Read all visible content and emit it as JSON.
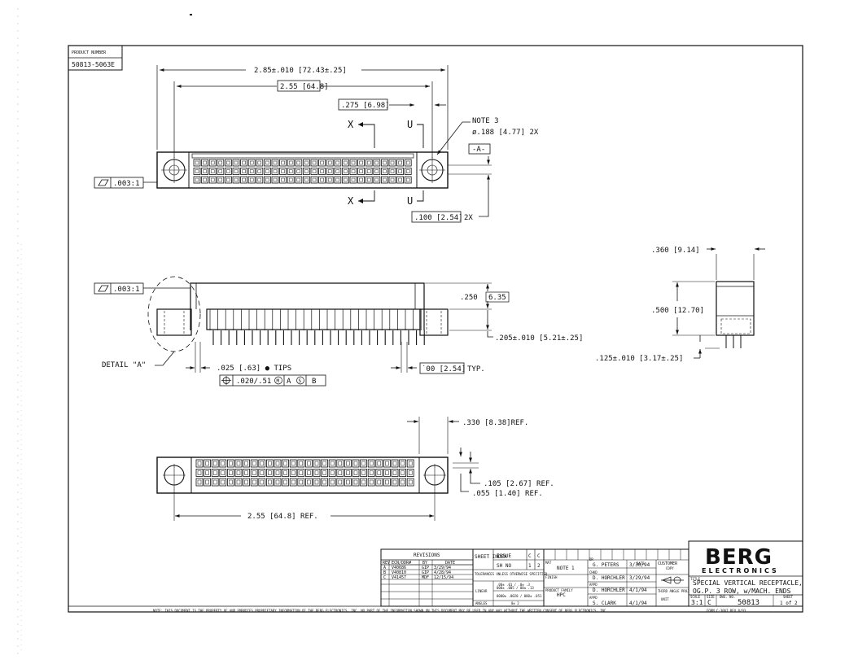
{
  "product_box": {
    "label": "PRODUCT NUMBER",
    "number": "50813-5063E"
  },
  "top_view": {
    "dim_overall": "2.85±.010 [72.43±.25]",
    "dim_pitch_span": "2.55 [64.8]",
    "dim_275": ".275 [6.98]",
    "note": "NOTE 3",
    "hole": "ø.188 [4.77] 2X",
    "datum_a": "-A-",
    "flatness": ".003:1",
    "dim_100": ".100 [2.54]",
    "dim_100_qty": "2X",
    "section_x": "X",
    "section_u": "U"
  },
  "front_view": {
    "flatness": ".003:1",
    "dim_250": ".250",
    "dim_250_mm": "6.35",
    "dim_205": ".205±.010 [5.21±.25]",
    "detail": "DETAIL \"A\"",
    "tips": ".025 [.63] ● TIPS",
    "position_tol": ".020/.51",
    "datums": [
      "M",
      "A",
      "S",
      "B"
    ],
    "pitch": "˙00 [2.54]",
    "pitch_suffix": "TYP."
  },
  "side_view": {
    "dim_360": ".360 [9.14]",
    "dim_500": ".500 [12.70]",
    "dim_125": ".125±.010 [3.17±.25]"
  },
  "bottom_view": {
    "dim_330": ".330 [8.38]REF.",
    "dim_105": ".105 [2.67] REF.",
    "dim_055": ".055 [1.40] REF.",
    "dim_255": "2.55 [64.8] REF."
  },
  "title_block": {
    "revisions_title": "REVISIONS",
    "rev_headers": [
      "REV",
      "ECN/DDR#",
      "BY",
      "DATE"
    ],
    "revisions": [
      [
        "A",
        "V40686",
        "GIP",
        "3/29/94"
      ],
      [
        "B",
        "V40810",
        "GIP",
        "4/28/94"
      ],
      [
        "C",
        "V41457",
        "MDF",
        "12/15/94"
      ]
    ],
    "sheet_index": "SHEET INDEX",
    "issue": "ISSUE",
    "issue_vals": [
      "C",
      "C"
    ],
    "sh_no": "SH NO",
    "sh_vals": [
      "1",
      "2"
    ],
    "tolerances": "TOLERANCES UNLESS OTHERWISE SPECIFIED",
    "tol_angle": ".00± .01 / .0± .3",
    "linear": "LINEAR",
    "tol_lin1": "000± .005 / 00± .13",
    "tol_lin2": "0000± .0020 / 000± .051",
    "angles": "ANGLES",
    "tol_ang": "0± 2",
    "mat_label": "MAT",
    "note1": "NOTE 1",
    "finish_label": "FINISH",
    "family_label": "PRODUCT FAMILY",
    "family": "HPC",
    "people": [
      [
        "DR",
        "G. PETERS",
        "3/30/94"
      ],
      [
        "CHKD",
        "D. HORCHLER",
        "3/29/94"
      ],
      [
        "APPD",
        "D. HORCHLER",
        "4/1/94"
      ],
      [
        "APPD",
        "S. CLARK",
        "4/1/94"
      ]
    ],
    "date_label": "DATE",
    "customer": "CUSTOMER",
    "copy": "COPY",
    "third_angle": "THIRD ANGLE PROJ",
    "unit": "UNIT",
    "logo": "BERG",
    "logo_sub": "ELECTRONICS",
    "title_label": "TITLE",
    "title1": "SPECIAL VERTICAL RECEPTACLE,",
    "title2": "OG.P. 3 ROW, w/MACH. ENDS",
    "scale_label": "SCALE",
    "size_label": "SIZE",
    "dwg_label": "DWG. NO.",
    "sheet_label": "SHEET",
    "scale": "3:1",
    "size": "C",
    "dwg_no": "50813",
    "sheet": "1 of 2",
    "form": "FORM C-3067   REV 8/93",
    "footer": "NOTE: THIS DOCUMENT IS THE PROPERTY OF AND EMBODIES PROPRIETARY INFORMATION OF THE BERG ELECTRONICS, INC.   NO PART OF THE INFORMATION SHOWN ON THIS DOCUMENT MAY BE USED IN ANY WAY WITHOUT THE WRITTEN CONSENT OF BERG ELECTRONICS, INC."
  }
}
